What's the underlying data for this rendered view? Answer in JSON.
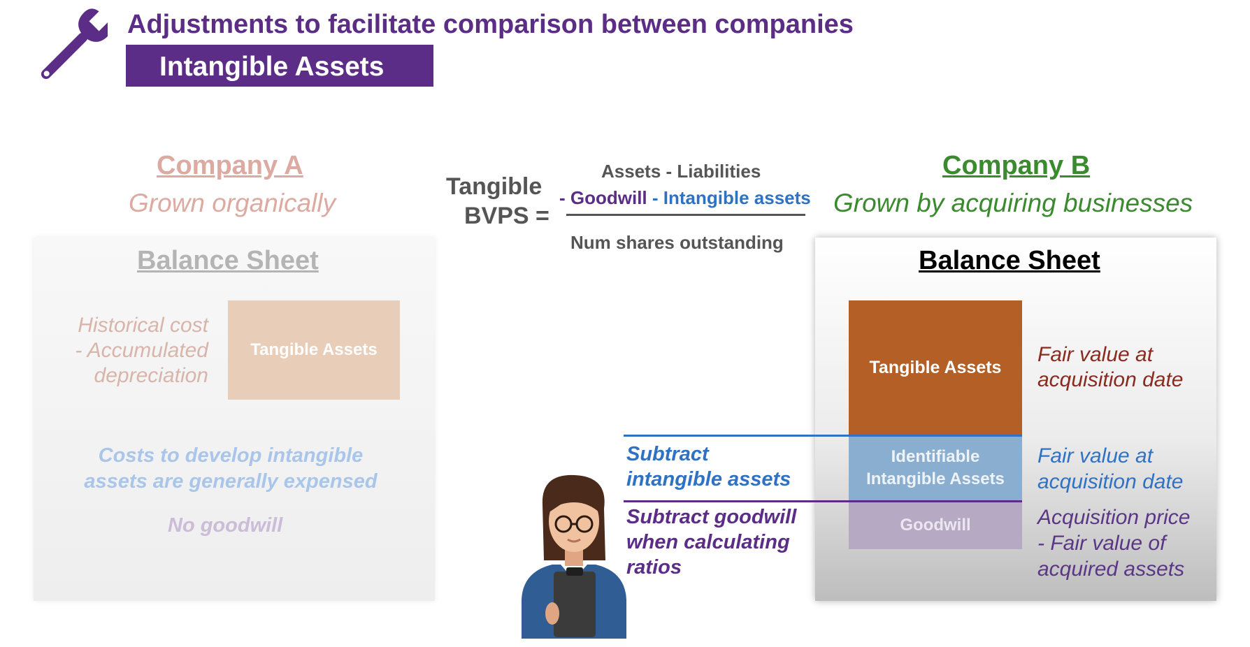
{
  "header": {
    "title": "Adjustments to facilitate comparison between companies",
    "subtitle": "Intangible Assets"
  },
  "company_a": {
    "name": "Company A",
    "description": "Grown organically",
    "balance_sheet_title": "Balance Sheet",
    "historical_cost": [
      "Historical cost",
      "- Accumulated",
      "depreciation"
    ],
    "tangible_assets_label": "Tangible Assets",
    "costs_note": [
      "Costs to develop intangible",
      "assets are generally expensed"
    ],
    "no_goodwill": "No goodwill"
  },
  "company_b": {
    "name": "Company B",
    "description": "Grown by acquiring businesses",
    "balance_sheet_title": "Balance Sheet",
    "tangible_assets_label": "Tangible Assets",
    "identifiable_intangible_label": [
      "Identifiable",
      "Intangible Assets"
    ],
    "goodwill_label": "Goodwill",
    "tangible_note": [
      "Fair value at",
      "acquisition date"
    ],
    "intangible_note": [
      "Fair value at",
      "acquisition date"
    ],
    "goodwill_note": [
      "Acquisition price",
      "- Fair value of",
      "acquired assets"
    ]
  },
  "formula": {
    "lhs_line1": "Tangible",
    "lhs_line2": "BVPS =",
    "numerator_line1": "Assets - Liabilities",
    "numerator_goodwill": "- Goodwill",
    "numerator_intangible": "- Intangible assets",
    "denominator": "Num shares outstanding"
  },
  "annotations": {
    "subtract_intangible": [
      "Subtract",
      "intangible assets"
    ],
    "subtract_goodwill": [
      "Subtract goodwill",
      "when calculating",
      "ratios"
    ]
  },
  "colors": {
    "purple": "#5b2d86",
    "green": "#3a8a2e",
    "blue": "#2f72c4",
    "brown": "#b35f26",
    "dark_red": "#8b2a1f"
  },
  "icons": [
    "wrench-icon",
    "analyst-avatar-icon"
  ]
}
